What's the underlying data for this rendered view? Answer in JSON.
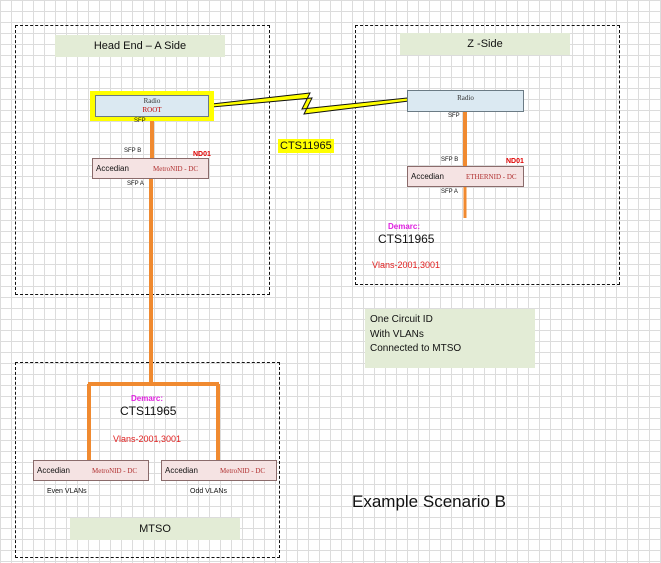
{
  "sections": {
    "head_end": "Head End – A Side",
    "z_side": "Z -Side",
    "mtso": "MTSO"
  },
  "radio": {
    "label": "Radio",
    "root": "ROOT"
  },
  "ports": {
    "sfp": "SFP",
    "sfp_b": "SFP B",
    "sfp_a": "SFP A"
  },
  "nid": {
    "accedian": "Accedian",
    "metronid_dc": "MetroNID - DC",
    "ethernid_dc": "ETHERNID - DC",
    "nd01": "ND01"
  },
  "link_id": "CTS11965",
  "demarc": {
    "label": "Demarc:",
    "circuit": "CTS11965",
    "vlans": "Vlans-2001,3001"
  },
  "vlan_groups": {
    "even": "Even VLANs",
    "odd": "Odd VLANs"
  },
  "note": {
    "line1": "One Circuit ID",
    "line2": "With VLANs",
    "line3": "Connected to MTSO"
  },
  "caption": "Example Scenario B",
  "colors": {
    "fiber": "#f08a30",
    "radio_highlight": "#ffff00",
    "label_box": "#e3ecd6",
    "radio_fill": "#dbe9f2",
    "nid_fill": "#f5e3e3",
    "demarc": "#e020e0",
    "vlans": "#e02020"
  }
}
